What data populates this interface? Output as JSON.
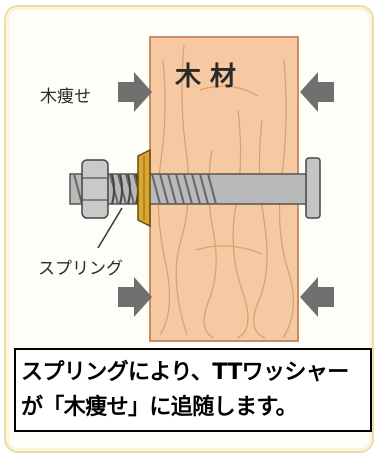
{
  "labels": {
    "wood": "木 材",
    "wood_shrink": "木痩せ",
    "spring": "スプリング"
  },
  "caption": {
    "line1": "スプリングにより、TTワッシャー",
    "line2": "が「木痩せ」に追随します。"
  },
  "colors": {
    "wood": "#f6c9a2",
    "arrow": "#6f6f6f",
    "bolt": "#b9b9b9",
    "washer": "#c9a030",
    "frame": "#eddca9"
  },
  "icons": [
    "arrow-right-icon",
    "arrow-left-icon"
  ]
}
